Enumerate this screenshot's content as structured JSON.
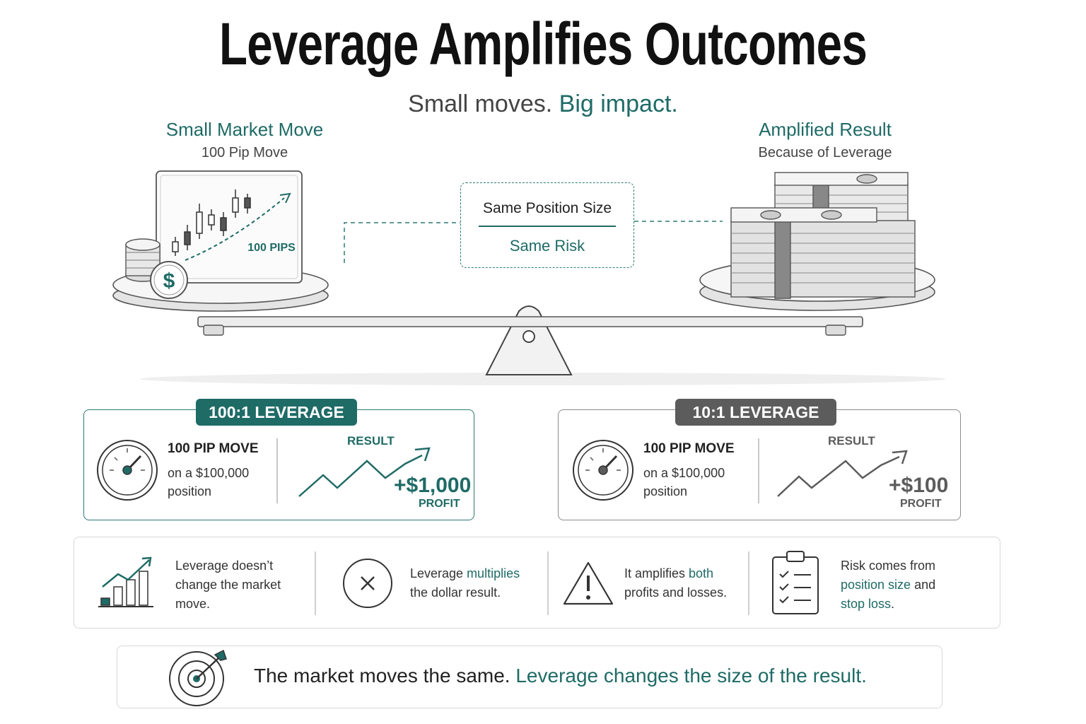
{
  "title": "Leverage Amplifies Outcomes",
  "subtitle": {
    "part1": "Small moves.",
    "part2": "Big impact."
  },
  "left_side": {
    "heading": "Small Market Move",
    "subheading": "100 Pip Move",
    "chart_label": "100 PIPS",
    "coin_symbol": "$"
  },
  "right_side": {
    "heading": "Amplified Result",
    "subheading": "Because of Leverage"
  },
  "center_box": {
    "line1": "Same Position Size",
    "line2": "Same Risk"
  },
  "cards": [
    {
      "tag": "100:1 LEVERAGE",
      "move": "100 PIP MOVE",
      "detail": "on a $100,000",
      "detail2": "position",
      "result_label": "RESULT",
      "amount": "+$1,000",
      "profit_label": "PROFIT",
      "color": "#1f6b66"
    },
    {
      "tag": "10:1 LEVERAGE",
      "move": "100 PIP MOVE",
      "detail": "on a $100,000",
      "detail2": "position",
      "result_label": "RESULT",
      "amount": "+$100",
      "profit_label": "PROFIT",
      "color": "#5c5c5c"
    }
  ],
  "facts": [
    {
      "icon": "growth-chart-icon",
      "text_a": "Leverage doesn’t",
      "text_b": "change the market",
      "text_c": "move."
    },
    {
      "icon": "multiply-icon",
      "pre": "Leverage ",
      "accent": "multiplies",
      "line2": "the dollar result."
    },
    {
      "icon": "warning-icon",
      "pre": "It amplifies ",
      "accent": "both",
      "line2": "profits and losses."
    },
    {
      "icon": "checklist-clipboard-icon",
      "line1": "Risk comes from",
      "accent1": "position size",
      "mid": " and",
      "accent2": "stop loss",
      "end": "."
    }
  ],
  "bottom": {
    "icon": "target-icon",
    "part1": "The market moves the same.",
    "part2": "Leverage changes the size of the result."
  },
  "colors": {
    "accent": "#1f6b66",
    "gray": "#5c5c5c"
  }
}
